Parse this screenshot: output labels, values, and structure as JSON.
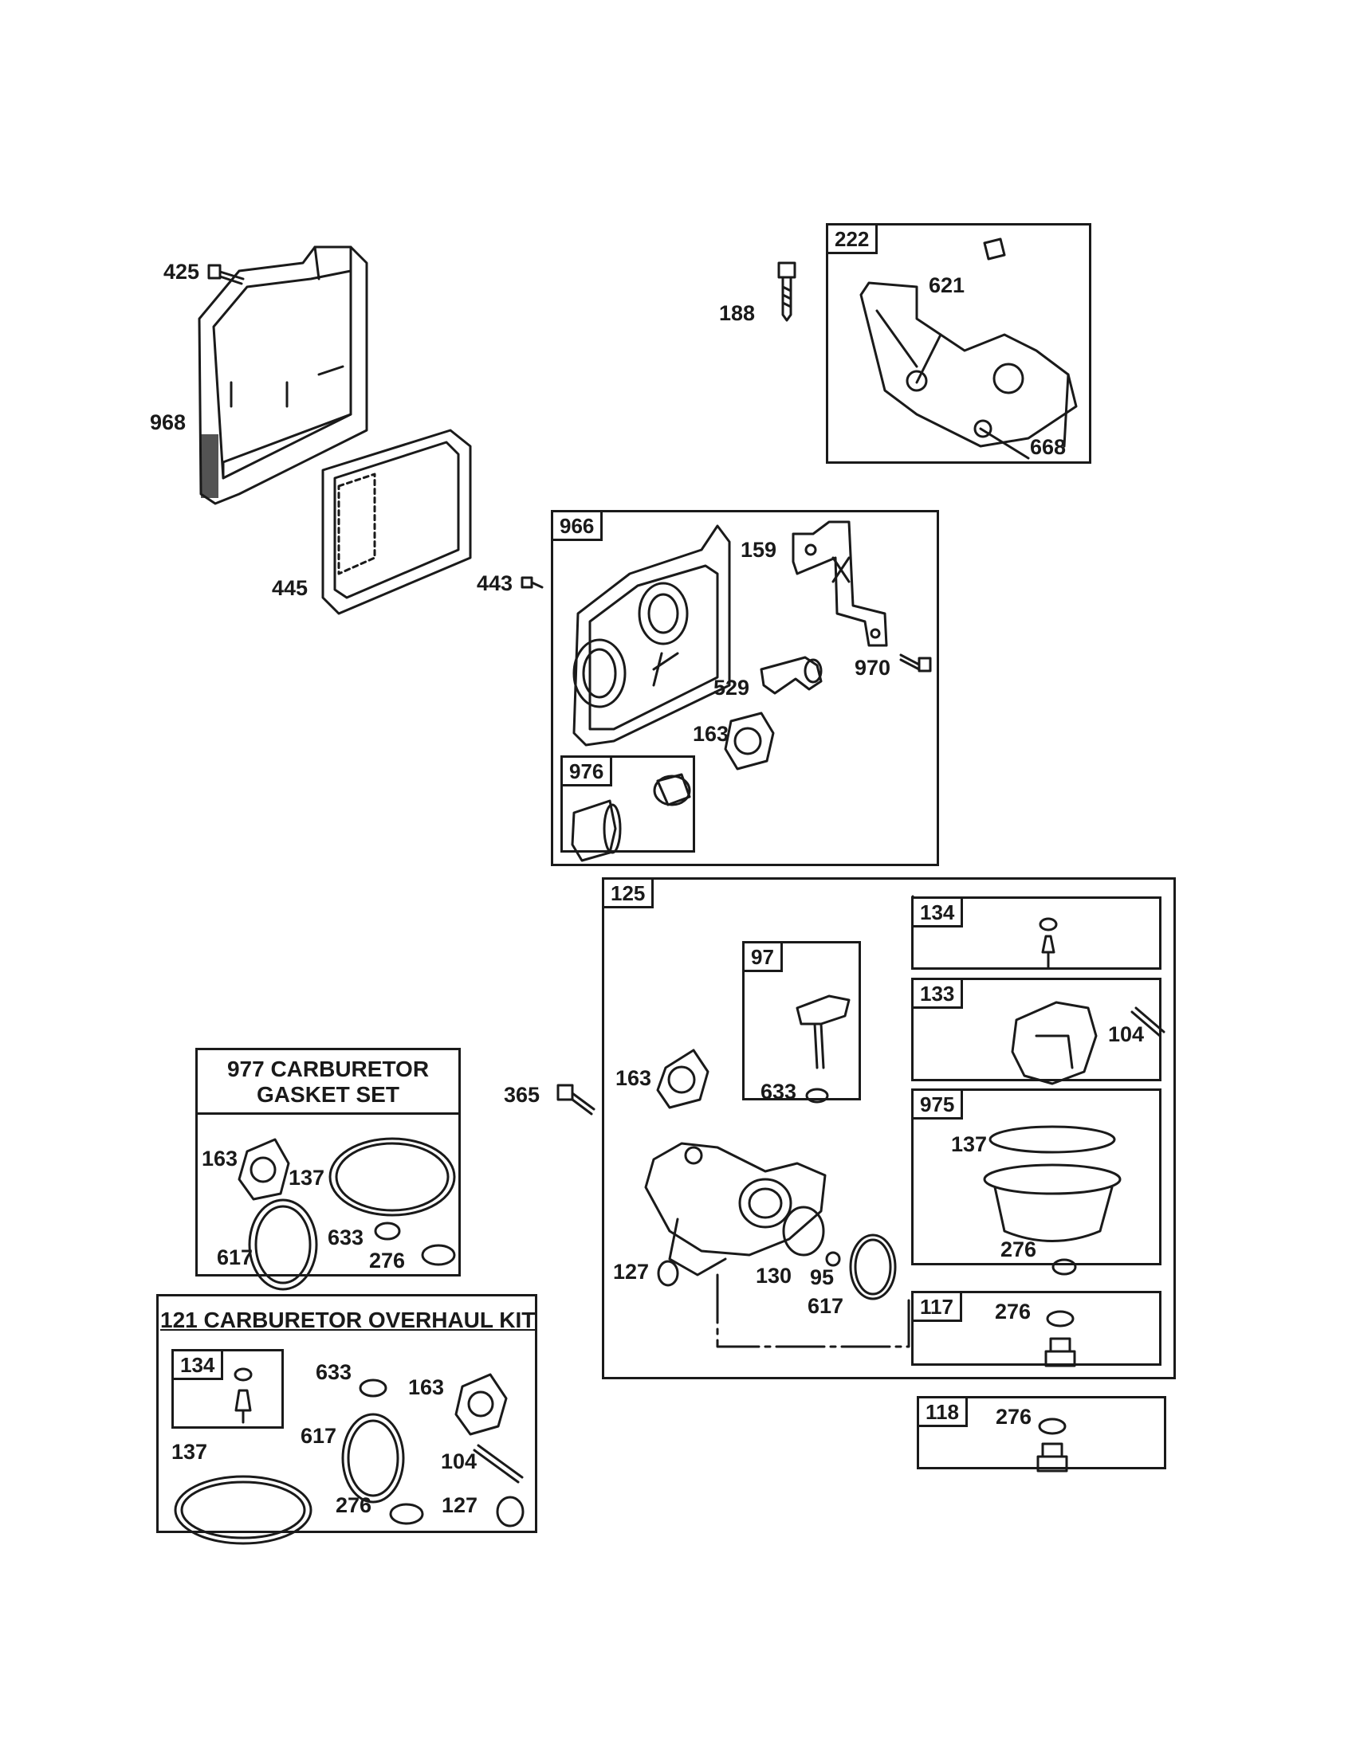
{
  "callouts": {
    "p425": "425",
    "p968": "968",
    "p445": "445",
    "p188": "188",
    "p621": "621",
    "p668": "668",
    "p443": "443",
    "p159": "159",
    "p970": "970",
    "p529": "529",
    "p163a": "163",
    "p365": "365",
    "p163b": "163",
    "p633a": "633",
    "p127a": "127",
    "p130": "130",
    "p95": "95",
    "p617a": "617",
    "p104a": "104",
    "p137a": "137",
    "p276a": "276",
    "p276b": "276",
    "p276c": "276"
  },
  "assemblies": {
    "a222": "222",
    "a966": "966",
    "a976": "976",
    "a125": "125",
    "a97": "97",
    "a134": "134",
    "a133": "133",
    "a975": "975",
    "a117": "117",
    "a118": "118"
  },
  "gasket_kit": {
    "title_line1": "977 CARBURETOR",
    "title_line2": "GASKET SET",
    "p163": "163",
    "p137": "137",
    "p617": "617",
    "p633": "633",
    "p276": "276"
  },
  "overhaul_kit": {
    "title": "121 CARBURETOR OVERHAUL KIT",
    "a134": "134",
    "p633": "633",
    "p163": "163",
    "p617": "617",
    "p137": "137",
    "p104": "104",
    "p276": "276",
    "p127": "127"
  }
}
